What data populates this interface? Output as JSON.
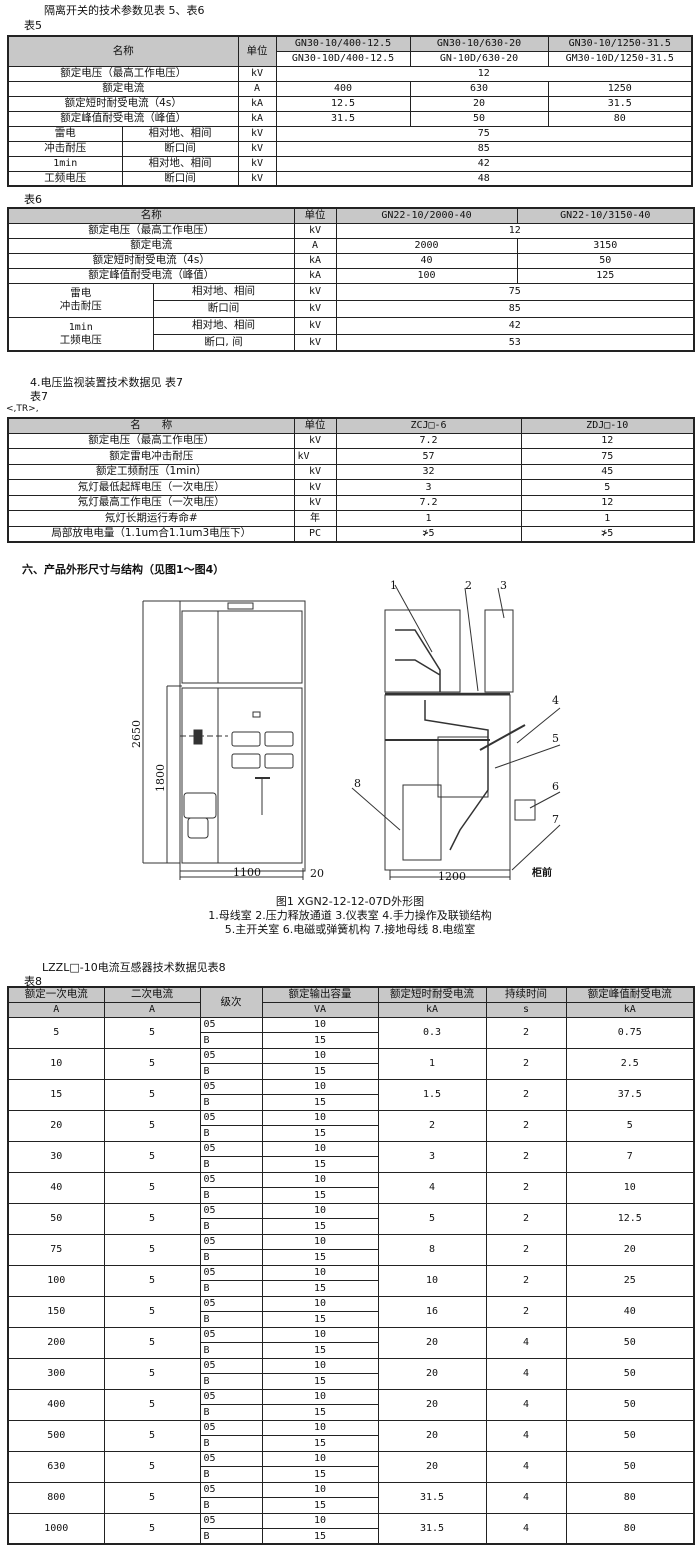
{
  "intro": "隔离开关的技术参数见表 5、表6",
  "t5": {
    "caption": "表5",
    "h_name": "名称",
    "h_unit": "单位",
    "models_top": [
      "GN30-10/400-12.5",
      "GN30-10/630-20",
      "GN30-10/1250-31.5"
    ],
    "models_bottom": [
      "GN30-10D/400-12.5",
      "GN-10D/630-20",
      "GM30-10D/1250-31.5"
    ],
    "r0": [
      "额定电压（最高工作电压）",
      "kV",
      "12"
    ],
    "r1": [
      "额定电流",
      "A",
      "400",
      "630",
      "1250"
    ],
    "r2": [
      "额定短时耐受电流（4s）",
      "kA",
      "12.5",
      "20",
      "31.5"
    ],
    "r3": [
      "额定峰值耐受电流（峰值）",
      "kA",
      "31.5",
      "50",
      "80"
    ],
    "r4": [
      "雷电",
      "相对地、相间",
      "kV",
      "75"
    ],
    "r5": [
      "冲击耐压",
      "断口间",
      "kV",
      "85"
    ],
    "r6": [
      "1min",
      "相对地、相间",
      "kV",
      "42"
    ],
    "r7": [
      "工频电压",
      "断口间",
      "kV",
      "48"
    ]
  },
  "t6": {
    "caption": "表6",
    "head": [
      "名称",
      "单位",
      "GN22-10/2000-40",
      "GN22-10/3150-40"
    ],
    "r0": [
      "额定电压（最高工作电压）",
      "kV",
      "12"
    ],
    "r1": [
      "额定电流",
      "A",
      "2000",
      "3150"
    ],
    "r2": [
      "额定短时耐受电流（4s）",
      "kA",
      "40",
      "50"
    ],
    "r3": [
      "额定峰值耐受电流（峰值）",
      "kA",
      "100",
      "125"
    ],
    "g1": [
      "雷电",
      "冲击耐压"
    ],
    "r4": [
      "相对地、相间",
      "kV",
      "75"
    ],
    "r5": [
      "断口间",
      "kV",
      "85"
    ],
    "g2": [
      "1min",
      "工频电压"
    ],
    "r6": [
      "相对地、相间",
      "kV",
      "42"
    ],
    "r7": [
      "断口, 间",
      "kV",
      "53"
    ]
  },
  "sec4": "4.电压监视装置技术数据见 表7",
  "t7": {
    "caption": "表7",
    "stray": "<,TR>,",
    "head": [
      "名　　称",
      "单位",
      "ZCJ□-6",
      "ZDJ□-10"
    ],
    "rows": [
      [
        "额定电压（最高工作电压）",
        "kV",
        "7.2",
        "12"
      ],
      [
        "额定雷电冲击耐压",
        "kV",
        "57",
        "75"
      ],
      [
        "额定工频耐压（1min）",
        "kV",
        "32",
        "45"
      ],
      [
        "氖灯最低起辉电压（一次电压）",
        "kV",
        "3",
        "5"
      ],
      [
        "氖灯最高工作电压（一次电压）",
        "kV",
        "7.2",
        "12"
      ],
      [
        "氖灯长期运行寿命#",
        "年",
        "1",
        "1"
      ],
      [
        "局部放电电量（1.1um合1.1um3电压下）",
        "PC",
        "≯5",
        "≯5"
      ]
    ]
  },
  "sec6": "六、产品外形尺寸与结构（见图1～图4）",
  "fig": {
    "dim_h": "2650",
    "dim_h2": "1800",
    "dim_w": "1100",
    "dim_gap": "20",
    "dim_w2": "1200",
    "front": "柜前",
    "labels": [
      "1",
      "2",
      "3",
      "4",
      "5",
      "6",
      "7",
      "8"
    ],
    "caption": "图1 XGN2-12-12-07D外形图",
    "legend1": "1.母线室 2.压力释放通道 3.仪表室 4.手力操作及联锁结构",
    "legend2": "5.主开关室 6.电磁或弹簧机构 7.接地母线 8.电缆室"
  },
  "t8intro": "LZZL□-10电流互感器技术数据见表8",
  "t8": {
    "caption": "表8",
    "head": [
      "额定一次电流",
      "二次电流",
      "级次",
      "额定输出容量",
      "额定短时耐受电流",
      "持续时间",
      "额定峰值耐受电流"
    ],
    "units": [
      "A",
      "A",
      "VA",
      "kA",
      "s",
      "kA"
    ],
    "classes": [
      "05",
      "B"
    ],
    "va": [
      "10",
      "15"
    ],
    "rows": [
      [
        "5",
        "5",
        "0.3",
        "2",
        "0.75"
      ],
      [
        "10",
        "5",
        "1",
        "2",
        "2.5"
      ],
      [
        "15",
        "5",
        "1.5",
        "2",
        "37.5"
      ],
      [
        "20",
        "5",
        "2",
        "2",
        "5"
      ],
      [
        "30",
        "5",
        "3",
        "2",
        "7"
      ],
      [
        "40",
        "5",
        "4",
        "2",
        "10"
      ],
      [
        "50",
        "5",
        "5",
        "2",
        "12.5"
      ],
      [
        "75",
        "5",
        "8",
        "2",
        "20"
      ],
      [
        "100",
        "5",
        "10",
        "2",
        "25"
      ],
      [
        "150",
        "5",
        "16",
        "2",
        "40"
      ],
      [
        "200",
        "5",
        "20",
        "4",
        "50"
      ],
      [
        "300",
        "5",
        "20",
        "4",
        "50"
      ],
      [
        "400",
        "5",
        "20",
        "4",
        "50"
      ],
      [
        "500",
        "5",
        "20",
        "4",
        "50"
      ],
      [
        "630",
        "5",
        "20",
        "4",
        "50"
      ],
      [
        "800",
        "5",
        "31.5",
        "4",
        "80"
      ],
      [
        "1000",
        "5",
        "31.5",
        "4",
        "80"
      ]
    ]
  }
}
